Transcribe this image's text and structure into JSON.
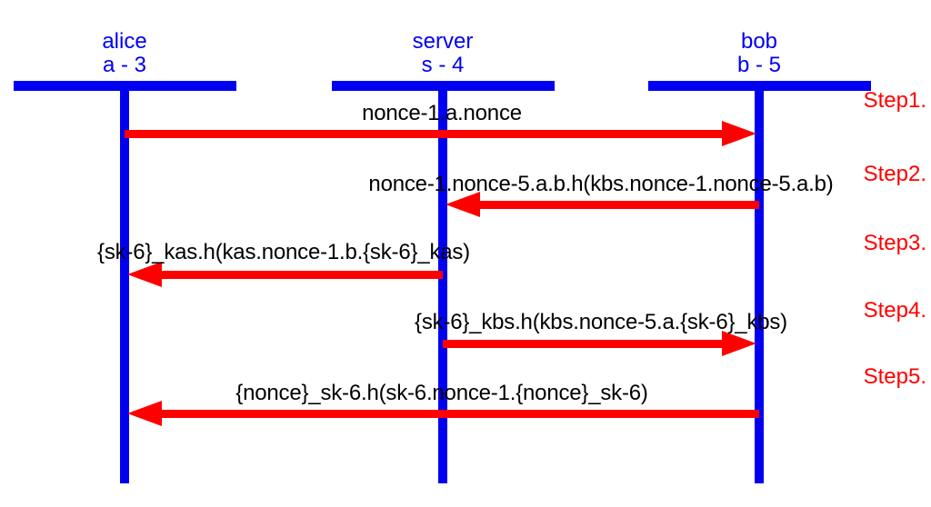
{
  "diagram": {
    "type": "protocol-sequence-chart",
    "actors": [
      {
        "name": "alice",
        "strand": "a - 3"
      },
      {
        "name": "server",
        "strand": "s - 4"
      },
      {
        "name": "bob",
        "strand": "b - 5"
      }
    ],
    "steps": [
      {
        "label": "Step1."
      },
      {
        "label": "Step2."
      },
      {
        "label": "Step3."
      },
      {
        "label": "Step4."
      },
      {
        "label": "Step5."
      }
    ],
    "messages": [
      {
        "step": "Step1.",
        "from": "alice",
        "to": "bob",
        "direction": "right",
        "label": "nonce-1.a.nonce"
      },
      {
        "step": "Step2.",
        "from": "bob",
        "to": "server",
        "direction": "left",
        "label": "nonce-1.nonce-5.a.b.h(kbs.nonce-1.nonce-5.a.b)"
      },
      {
        "step": "Step3.",
        "from": "server",
        "to": "alice",
        "direction": "left",
        "label": "{sk-6}_kas.h(kas.nonce-1.b.{sk-6}_kas)"
      },
      {
        "step": "Step4.",
        "from": "server",
        "to": "bob",
        "direction": "right",
        "label": "{sk-6}_kbs.h(kbs.nonce-5.a.{sk-6}_kbs)"
      },
      {
        "step": "Step5.",
        "from": "bob",
        "to": "alice",
        "direction": "left",
        "label": "{nonce}_sk-6.h(sk-6.nonce-1.{nonce}_sk-6)"
      }
    ],
    "colors": {
      "actor_blue": "#0000f0",
      "arrow_red": "#ff0000",
      "message_text": "#000000",
      "background": "#ffffff"
    }
  }
}
